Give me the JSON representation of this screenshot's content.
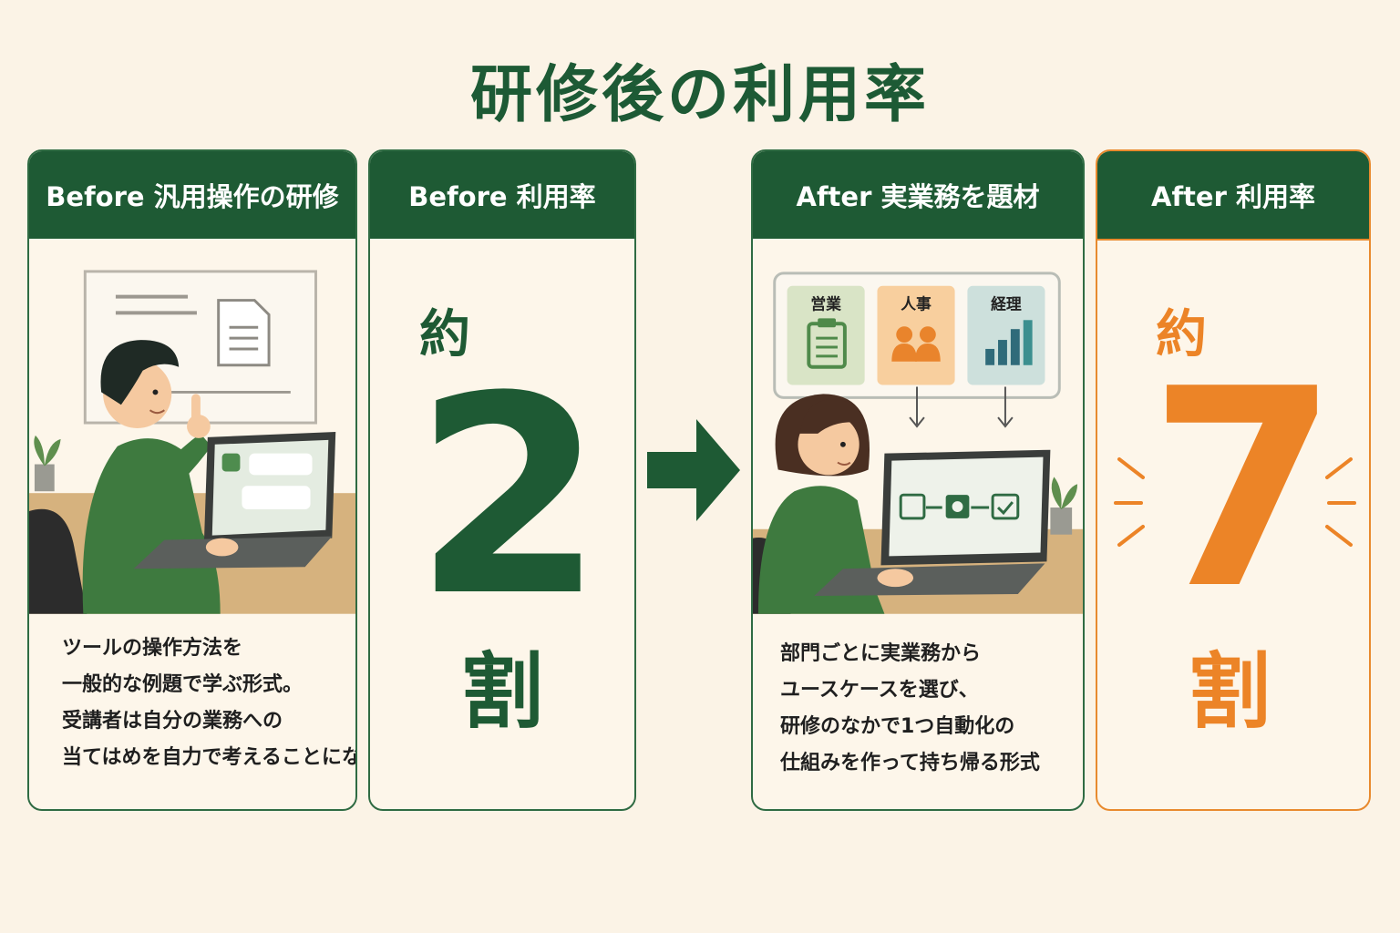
{
  "title": "研修後の利用率",
  "before_training": {
    "header": "Before 汎用操作の研修",
    "description": [
      "ツールの操作方法を",
      "一般的な例題で学ぶ形式。",
      "受講者は自分の業務への",
      "当てはめを自力で考えることになる"
    ]
  },
  "before_rate": {
    "header": "Before 利用率",
    "prefix": "約",
    "value": "2",
    "unit": "割"
  },
  "after_training": {
    "header": "After 実業務を題材",
    "departments": [
      "営業",
      "人事",
      "経理"
    ],
    "description": [
      "部門ごとに実業務から",
      "ユースケースを選び、",
      "研修のなかで1つ自動化の",
      "仕組みを作って持ち帰る形式"
    ]
  },
  "after_rate": {
    "header": "After 利用率",
    "prefix": "約",
    "value": "7",
    "unit": "割"
  },
  "colors": {
    "dark_green": "#1e5a34",
    "orange": "#ec8427",
    "background": "#fbf3e6"
  }
}
